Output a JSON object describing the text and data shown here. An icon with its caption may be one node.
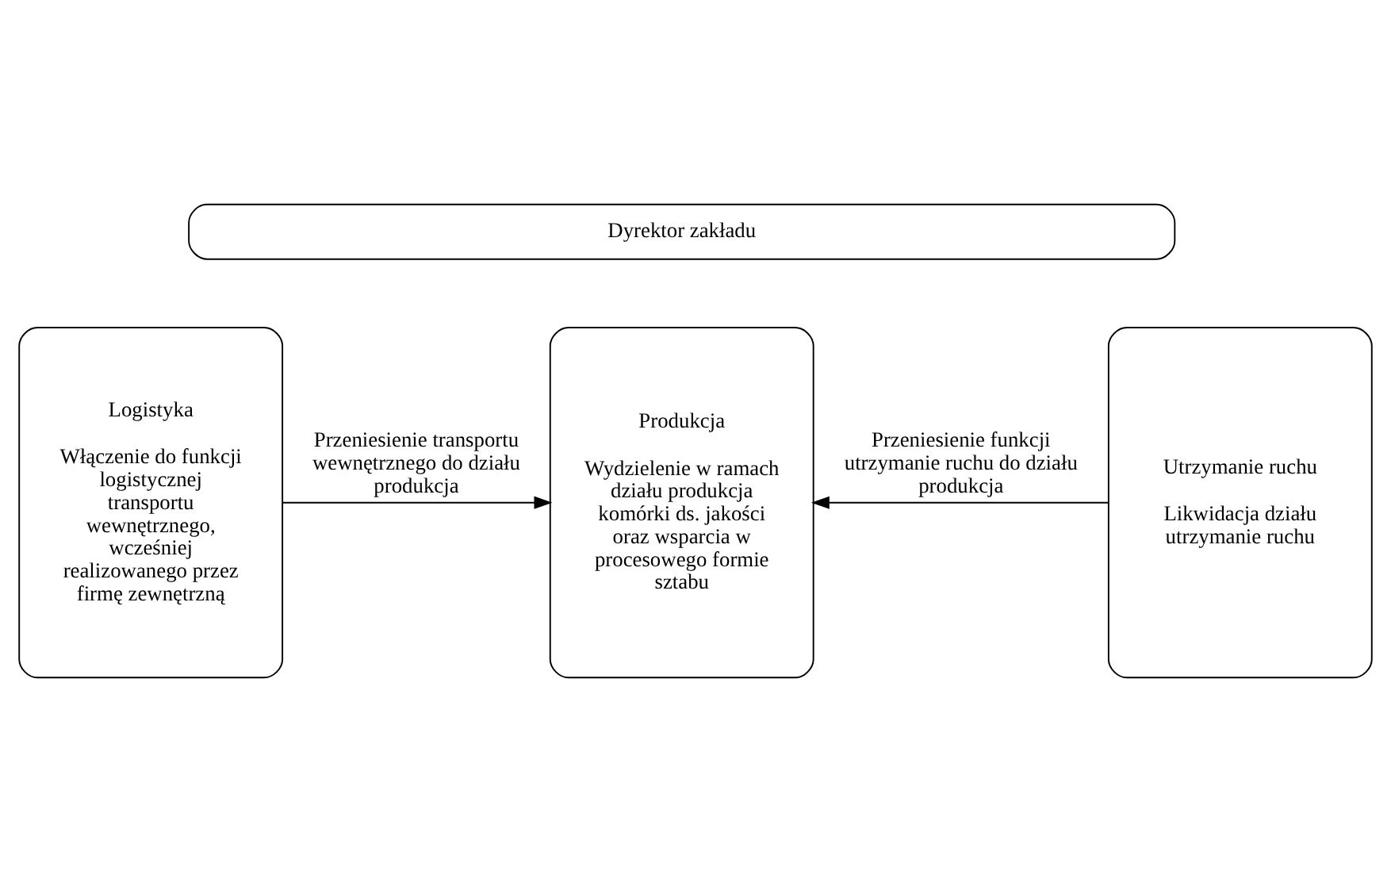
{
  "diagram": {
    "nodes": [
      {
        "text": [
          "Dyrektor zakładu"
        ]
      },
      {
        "text": [
          "Logistyka",
          "Włączenie do funkcji logistycznej transportu wewnętrznego, wcześniej realizowanego przez firmę zewnętrzną"
        ]
      },
      {
        "text": [
          "Produkcja",
          "Wydzielenie w ramach działu produkcja komórki ds. jakości oraz wsparcia w procesowego formie sztabu"
        ]
      },
      {
        "text": [
          "Utrzymanie ruchu",
          "Likwidacja działu utrzymanie ruchu"
        ]
      }
    ],
    "edges": [
      {
        "from": 1,
        "to": 2,
        "arrow": "to",
        "label": "Przeniesienie transportu wewnętrznego do działu produkcja"
      },
      {
        "from": 3,
        "to": 2,
        "arrow": "to",
        "label": "Przeniesienie funkcji utrzymanie ruchu do działu produkcja"
      }
    ]
  }
}
